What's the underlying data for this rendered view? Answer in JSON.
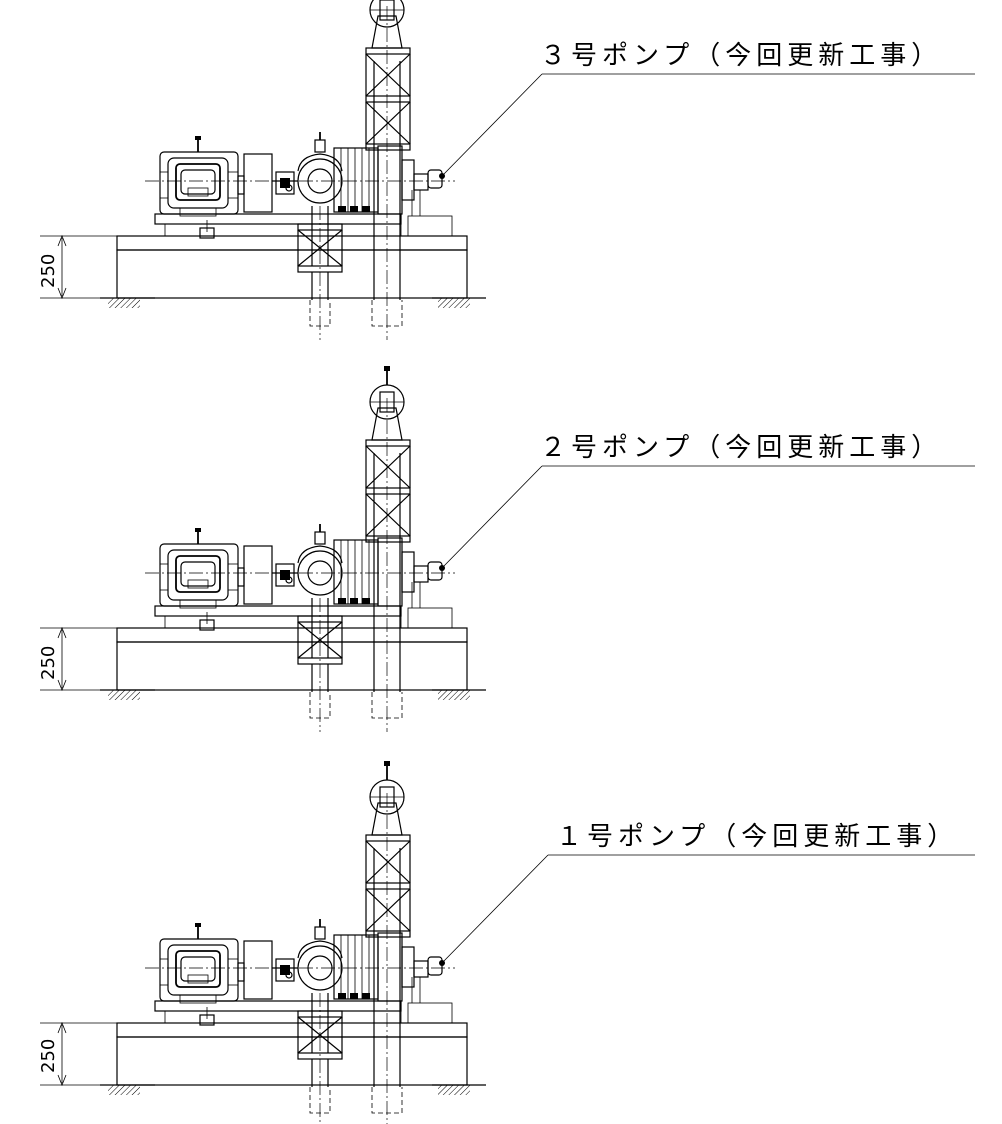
{
  "pumps": [
    {
      "label": "３号ポンプ（今回更新工事）",
      "dimension": "250"
    },
    {
      "label": "２号ポンプ（今回更新工事）",
      "dimension": "250"
    },
    {
      "label": "１号ポンプ（今回更新工事）",
      "dimension": "250"
    }
  ]
}
